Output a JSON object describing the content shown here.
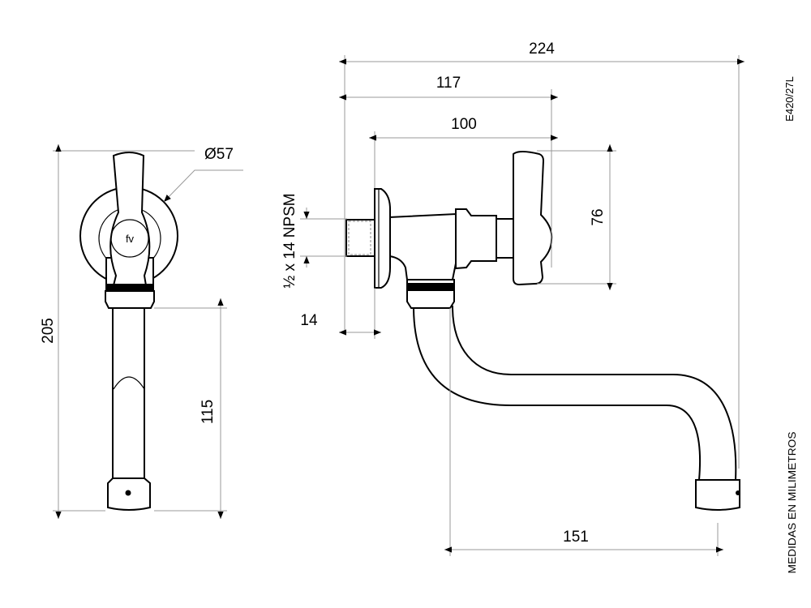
{
  "drawing": {
    "model_code": "E420/27L",
    "units_note": "MEDIDAS EN MILIMETROS",
    "logo": "fv"
  },
  "dimensions": {
    "overall_length": "224",
    "depth_117": "117",
    "depth_100": "100",
    "handle_height": "76",
    "thread": "½ x 14 NPSM",
    "inlet_14": "14",
    "spout_reach": "151",
    "total_height": "205",
    "spout_height": "115",
    "escutcheon_diameter": "Ø57"
  }
}
